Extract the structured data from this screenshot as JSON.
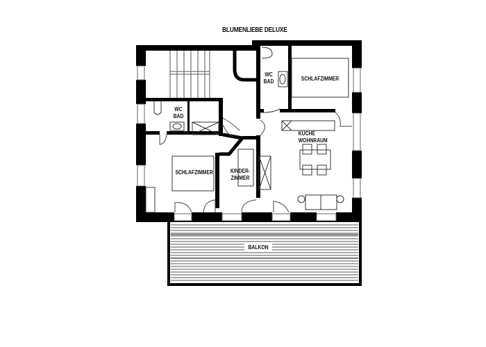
{
  "plan": {
    "title": "BLUMENLIEBE DELUXE",
    "rooms": {
      "wc_bad_left": {
        "line1": "WC",
        "line2": "BAD"
      },
      "wc_bad_right": {
        "line1": "WC",
        "line2": "BAD"
      },
      "schlafzimmer_right": "SCHLAFZIMMER",
      "schlafzimmer_left": "SCHLAFZIMMER",
      "kuche": {
        "line1": "KÜCHE",
        "line2": "WOHNRAUM"
      },
      "kinderzimmer": {
        "line1": "KINDER-",
        "line2": "ZIMMER"
      },
      "balkon": "BALKON"
    }
  },
  "colors": {
    "wall": "#000000",
    "line": "#555555",
    "background": "#ffffff",
    "deck": "#888888"
  }
}
